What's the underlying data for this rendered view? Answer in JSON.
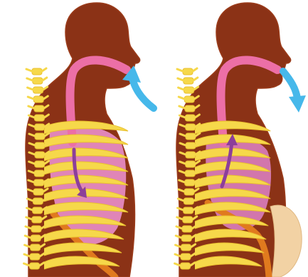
{
  "figures": [
    {
      "phase": "inhale",
      "airflow_direction": "in"
    },
    {
      "phase": "exhale",
      "airflow_direction": "out"
    }
  ],
  "colors": {
    "background": "#ffffff",
    "body": "#8b3216",
    "body_outline": "#9b3c1b",
    "airway": "#ec6fa6",
    "lung": "#e58ac0",
    "lung_deflated": "#d67ab4",
    "spine_ribs": "#f6d84a",
    "spine_ribs_shadow": "#e8bf2f",
    "diaphragm": "#e07a1e",
    "arrow_outside": "#46b8ea",
    "arrow_inside": "#8c3f9a",
    "skin": "#f2d2a4"
  },
  "icons": {
    "inhale_arrow": "curved-arrow-icon",
    "exhale_arrow": "curved-arrow-icon"
  }
}
